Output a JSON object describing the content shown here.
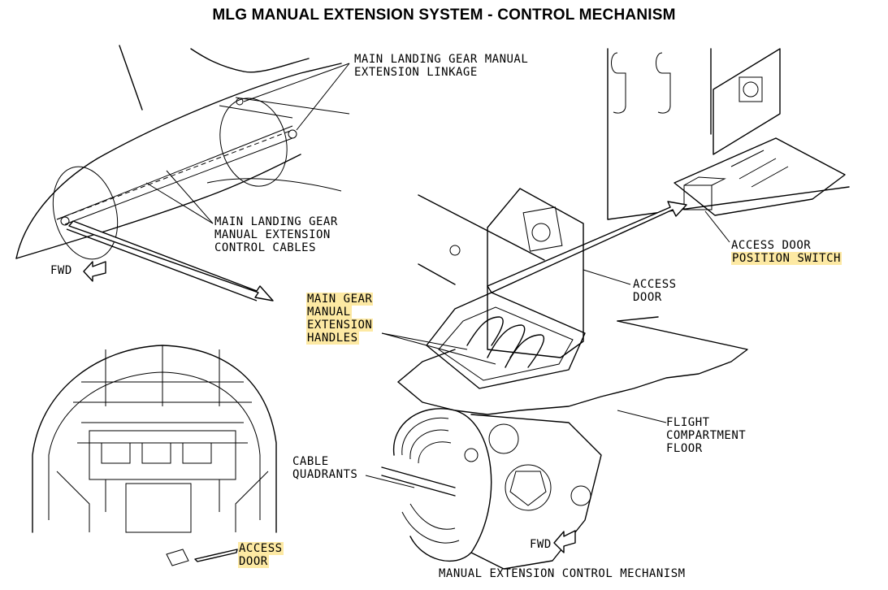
{
  "title": "MLG MANUAL EXTENSION SYSTEM - CONTROL MECHANISM",
  "labels": {
    "linkage": [
      "MAIN LANDING GEAR MANUAL",
      "EXTENSION LINKAGE"
    ],
    "cables": [
      "MAIN LANDING GEAR",
      "MANUAL EXTENSION",
      "CONTROL CABLES"
    ],
    "fwd_top": "FWD",
    "handles": [
      "MAIN GEAR",
      "MANUAL",
      "EXTENSION",
      "HANDLES"
    ],
    "access_door": [
      "ACCESS",
      "DOOR"
    ],
    "door_switch": [
      "ACCESS DOOR",
      "POSITION SWITCH"
    ],
    "floor": [
      "FLIGHT",
      "COMPARTMENT",
      "FLOOR"
    ],
    "quadrants": [
      "CABLE",
      "QUADRANTS"
    ],
    "fwd_bottom": "FWD",
    "cockpit_door": [
      "ACCESS",
      "DOOR"
    ],
    "caption": "MANUAL EXTENSION CONTROL MECHANISM"
  },
  "highlight_color": "#fde9a3"
}
